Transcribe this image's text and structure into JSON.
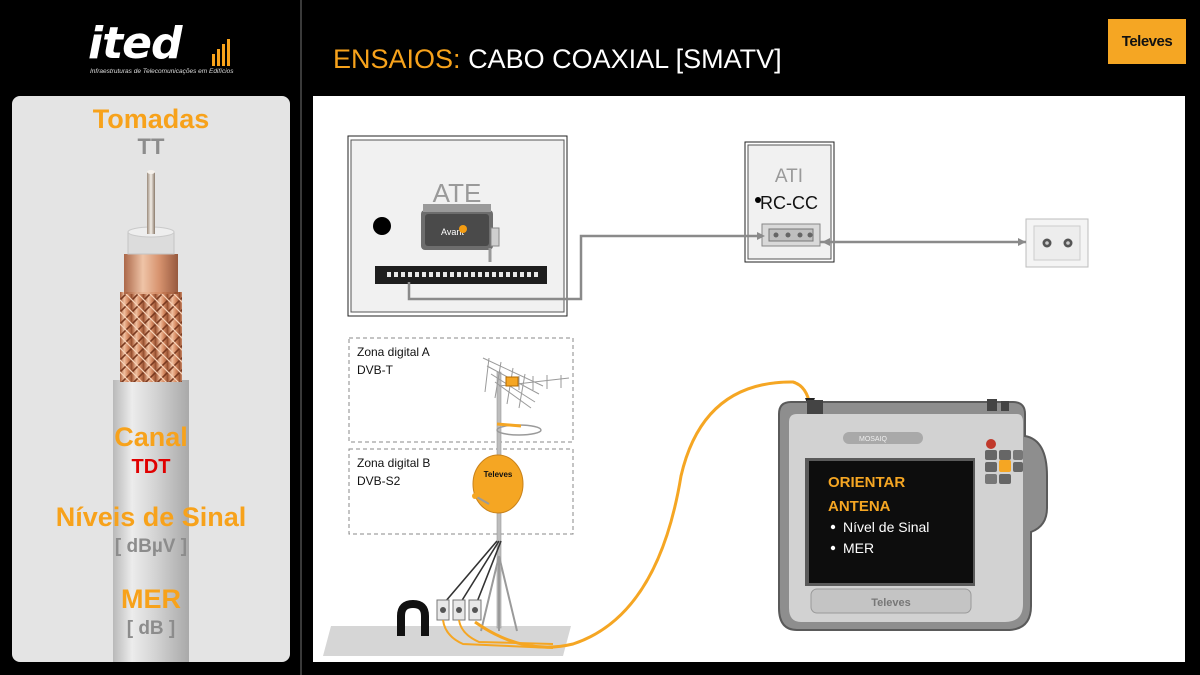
{
  "logo": {
    "word": "ited",
    "subtitle": "Infraestruturas de Telecomunicações em Edifícios"
  },
  "sidebar": {
    "tomadas": "Tomadas",
    "tt": "TT",
    "canal": "Canal",
    "tdt": "TDT",
    "niveis": "Níveis de Sinal",
    "dbuv": "[ dBµV ]",
    "mer": "MER",
    "db": "[ dB ]"
  },
  "header": {
    "keyword": "ENSAIOS:",
    "title": "CABO COAXIAL [SMATV]"
  },
  "brand": "Televes",
  "diagram": {
    "ate_label": "ATE",
    "avant_label": "Avant",
    "ati_label": "ATI",
    "rccc_label": "RC-CC",
    "zone_a_line1": "Zona digital A",
    "zone_a_line2": "DVB-T",
    "zone_b_line1": "Zona digital B",
    "zone_b_line2": "DVB-S2",
    "dish_brand": "Televes",
    "meter_model": "MOSAIQ",
    "meter_brand": "Televes",
    "screen_title_1": "ORIENTAR",
    "screen_title_2": "ANTENA",
    "screen_bullet_1": "Nível de Sinal",
    "screen_bullet_2": "MER"
  }
}
